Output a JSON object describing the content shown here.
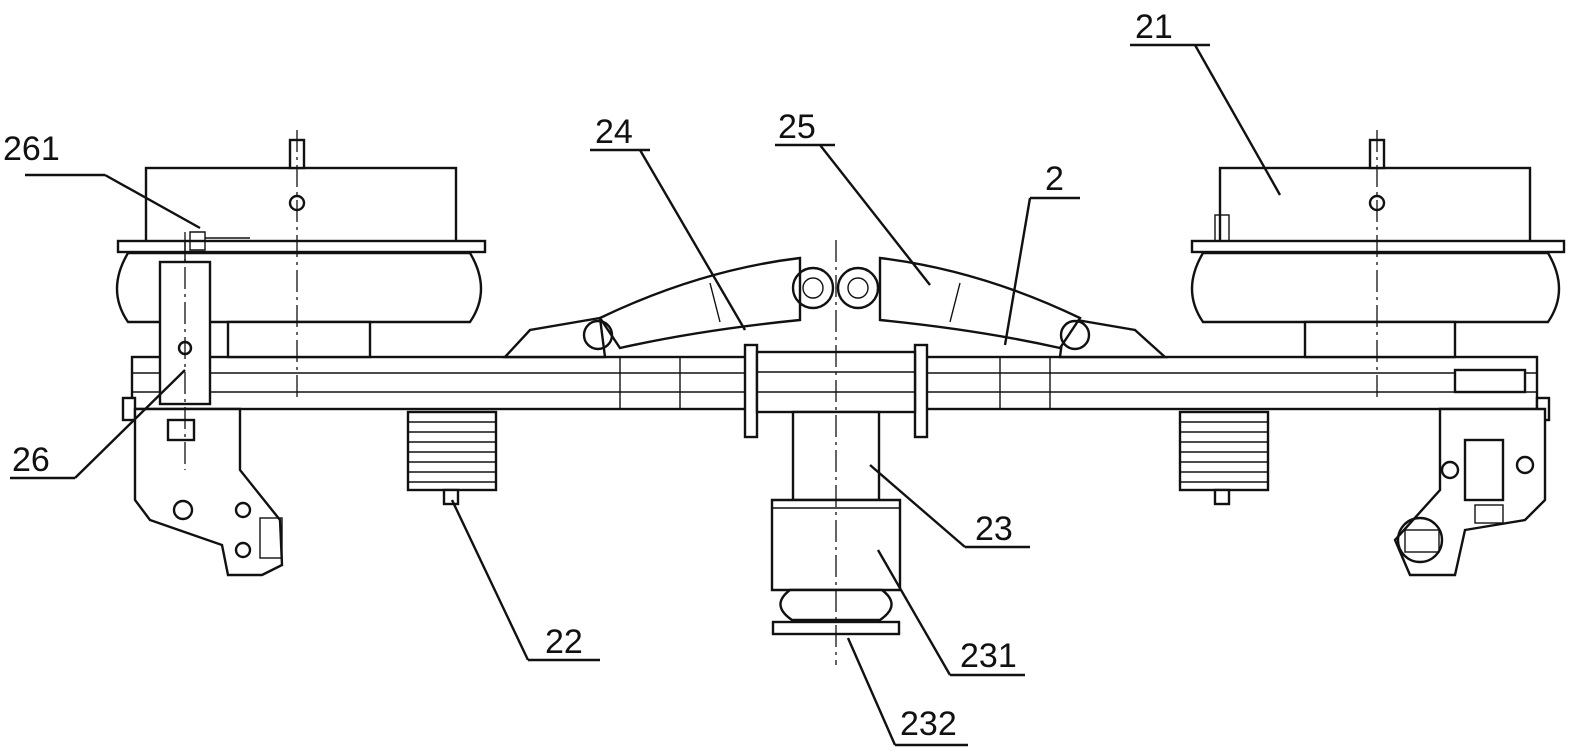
{
  "labels": {
    "l21": "21",
    "l261": "261",
    "l24": "24",
    "l25": "25",
    "l2": "2",
    "l26": "26",
    "l23": "23",
    "l22": "22",
    "l231": "231",
    "l232": "232"
  }
}
